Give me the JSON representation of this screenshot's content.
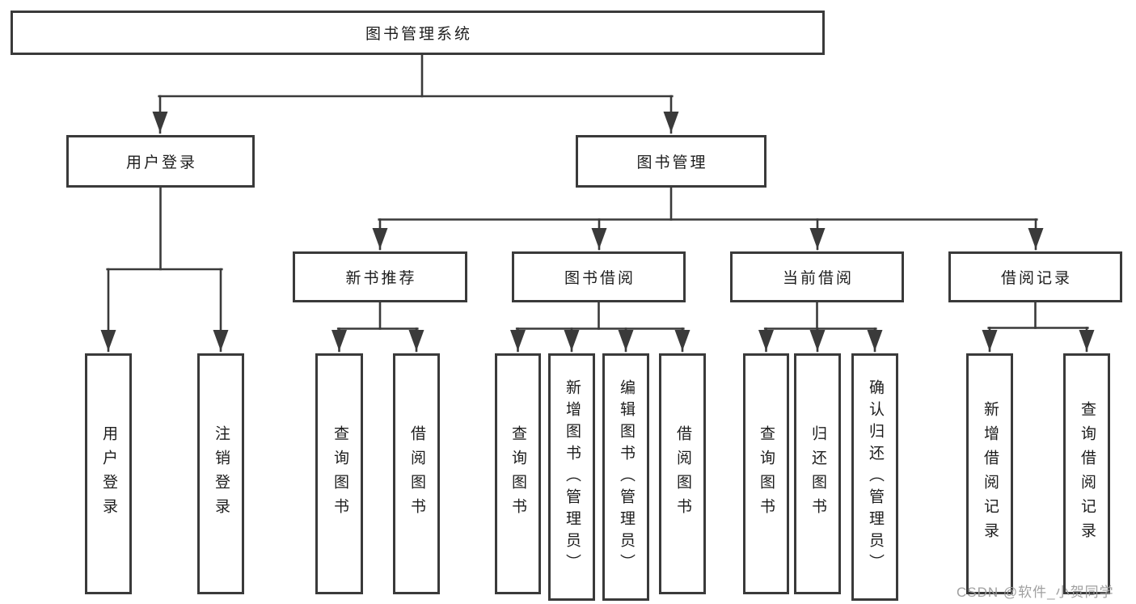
{
  "tree": {
    "root": {
      "label": "图书管理系统"
    },
    "branches": [
      {
        "label": "用户登录",
        "children": [
          {
            "label": "用户登录"
          },
          {
            "label": "注销登录"
          }
        ]
      },
      {
        "label": "图书管理",
        "children": [
          {
            "label": "新书推荐",
            "children": [
              {
                "label": "查询图书"
              },
              {
                "label": "借阅图书"
              }
            ]
          },
          {
            "label": "图书借阅",
            "children": [
              {
                "label": "查询图书"
              },
              {
                "label": "新增图书（管理员）"
              },
              {
                "label": "编辑图书（管理员）"
              },
              {
                "label": "借阅图书"
              }
            ]
          },
          {
            "label": "当前借阅",
            "children": [
              {
                "label": "查询图书"
              },
              {
                "label": "归还图书"
              },
              {
                "label": "确认归还（管理员）"
              }
            ]
          },
          {
            "label": "借阅记录",
            "children": [
              {
                "label": "新增借阅记录"
              },
              {
                "label": "查询借阅记录"
              }
            ]
          }
        ]
      }
    ]
  },
  "watermark": {
    "text": "CSDN @软件_小贺同学"
  },
  "colors": {
    "line": "#3a3a3a",
    "text": "#1d1d1d",
    "background": "#ffffff",
    "watermark": "#9b9b9b"
  }
}
